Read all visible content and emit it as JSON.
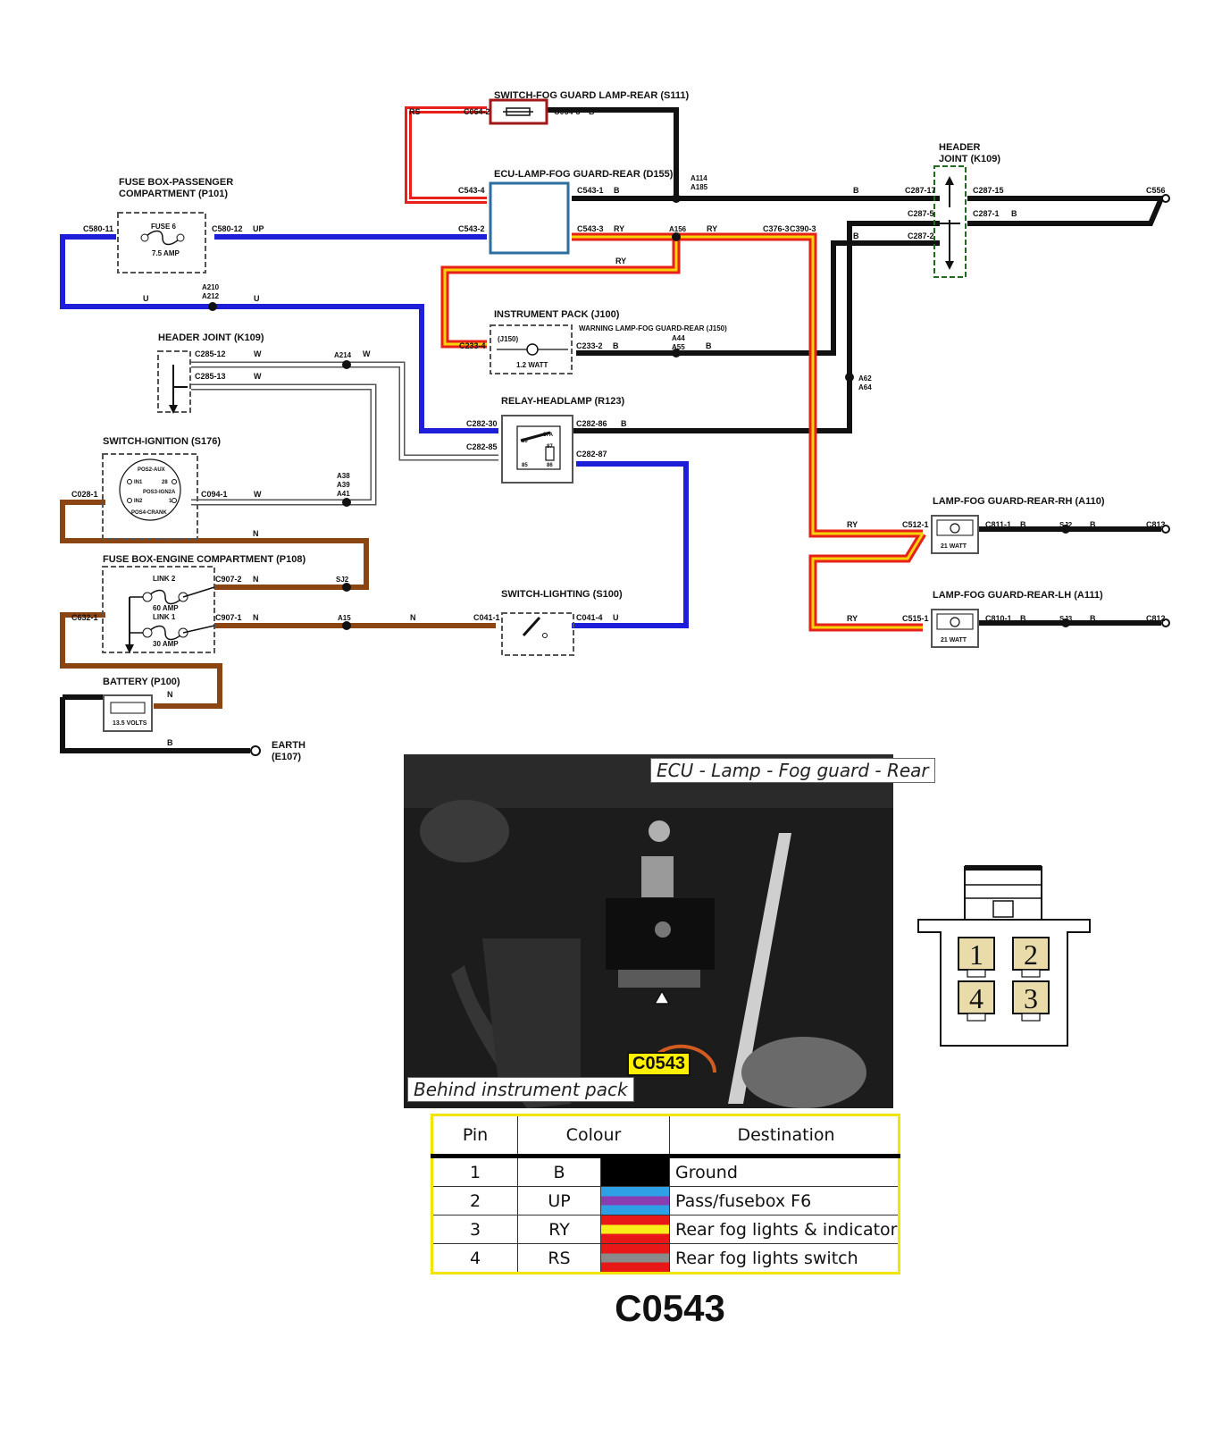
{
  "components": {
    "switch_fog_rear": "SWITCH-FOG GUARD LAMP-REAR (S111)",
    "ecu_fog_rear": "ECU-LAMP-FOG GUARD-REAR (D155)",
    "header_joint_right": [
      "HEADER",
      "JOINT (K109)"
    ],
    "fuse_box_passenger": [
      "FUSE BOX-PASSENGER",
      "COMPARTMENT (P101)"
    ],
    "fuse6": "FUSE 6",
    "fuse6_rating": "7.5 AMP",
    "instrument_pack": "INSTRUMENT PACK (J100)",
    "warning_lamp": "WARNING LAMP-FOG GUARD-REAR (J150)",
    "j150": "(J150)",
    "instrument_watt": "1.2 WATT",
    "header_joint_left": "HEADER JOINT (K109)",
    "relay_headlamp": "RELAY-HEADLAMP (R123)",
    "switch_ignition": "SWITCH-IGNITION (S176)",
    "ign_pos2": "POS2-AUX",
    "ign_in1": "IN1",
    "ign_28": "28",
    "ign_pos3": "POS3-IGN2A",
    "ign_in2": "IN2",
    "ign_1": "1",
    "ign_pos4": "POS4-CRANK",
    "fuse_box_engine": "FUSE BOX-ENGINE COMPARTMENT (P108)",
    "link2": "LINK 2",
    "link2_rating": "60 AMP",
    "link1": "LINK 1",
    "link1_rating": "30 AMP",
    "switch_lighting": "SWITCH-LIGHTING (S100)",
    "battery": "BATTERY (P100)",
    "battery_voltage": "13.5 VOLTS",
    "earth": [
      "EARTH",
      "(E107)"
    ],
    "lamp_rh": "LAMP-FOG GUARD-REAR-RH (A110)",
    "lamp_lh": "LAMP-FOG GUARD-REAR-LH (A111)",
    "lamp_watt": "21 WATT",
    "relay_pins": [
      "30",
      "87A",
      "87",
      "85",
      "86"
    ]
  },
  "connectors": {
    "c064_2": "C064-2",
    "c064_3": "C064-3",
    "c543_4": "C543-4",
    "c543_1": "C543-1",
    "c543_2": "C543-2",
    "c543_3": "C543-3",
    "c580_11": "C580-11",
    "c580_12": "C580-12",
    "c287_17": "C287-17",
    "c287_15": "C287-15",
    "c287_5": "C287-5",
    "c287_1": "C287-1",
    "c287_2": "C287-2",
    "c556": "C556",
    "c376_3": "C376-3",
    "c390_3": "C390-3",
    "c233_4": "C233-4",
    "c233_2": "C233-2",
    "c285_12": "C285-12",
    "c285_13": "C285-13",
    "c282_30": "C282-30",
    "c282_85": "C282-85",
    "c282_86": "C282-86",
    "c282_87": "C282-87",
    "c028_1": "C028-1",
    "c094_1": "C094-1",
    "c907_2": "C907-2",
    "c907_1": "C907-1",
    "c632_1": "C632-1",
    "c041_1": "C041-1",
    "c041_4": "C041-4",
    "c512_1": "C512-1",
    "c811_1": "C811-1",
    "c813": "C813",
    "c515_1": "C515-1",
    "c810_1": "C810-1",
    "c812": "C812"
  },
  "splices": {
    "a114": "A114",
    "a185": "A185",
    "a156": "A156",
    "a210": "A210",
    "a212": "A212",
    "a44": "A44",
    "a55": "A55",
    "a214": "A214",
    "a62": "A62",
    "a64": "A64",
    "a38": "A38",
    "a39": "A39",
    "a41": "A41",
    "a15": "A15",
    "sj2": "SJ2",
    "sj3": "SJ3"
  },
  "wire_codes": {
    "rs": "RS",
    "b": "B",
    "up": "UP",
    "u": "U",
    "ry": "RY",
    "w": "W",
    "n": "N"
  },
  "wire_colors": {
    "black": "#111111",
    "blue": "#1e1ed8",
    "brown": "#8b4513",
    "red": "#e8201a",
    "yellow": "#f5d40a",
    "white": "#ffffff",
    "grey": "#777777",
    "purple": "#7a3ea8"
  },
  "photo": {
    "title": "ECU - Lamp - Fog guard - Rear",
    "location": "Behind instrument pack",
    "callout": "C0543"
  },
  "connector_face": {
    "pins": [
      "1",
      "2",
      "4",
      "3"
    ]
  },
  "pin_table": {
    "headers": [
      "Pin",
      "Colour",
      "Destination"
    ],
    "rows": [
      {
        "pin": "1",
        "colour": "B",
        "destination": "Ground",
        "swatch": [
          "#000000"
        ]
      },
      {
        "pin": "2",
        "colour": "UP",
        "destination": "Pass/fusebox F6",
        "swatch": [
          "#2ea0e6",
          "#8a3db0",
          "#2ea0e6"
        ]
      },
      {
        "pin": "3",
        "colour": "RY",
        "destination": "Rear fog lights & indicator",
        "swatch": [
          "#e81818",
          "#f7ee1a",
          "#e81818"
        ]
      },
      {
        "pin": "4",
        "colour": "RS",
        "destination": "Rear fog lights switch",
        "swatch": [
          "#e81818",
          "#8a8a8a",
          "#e81818"
        ]
      }
    ]
  },
  "caption": "C0543"
}
